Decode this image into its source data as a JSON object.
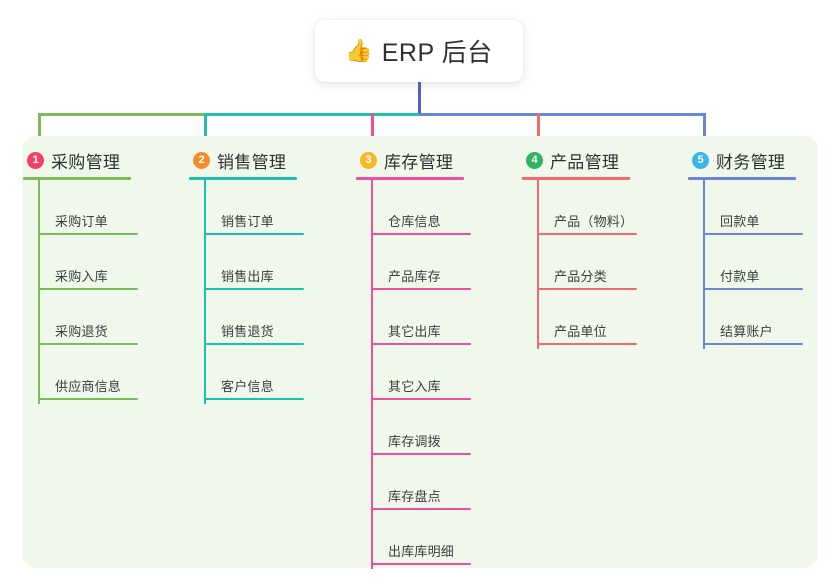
{
  "diagram": {
    "type": "mindmap-org-chart",
    "canvas": {
      "background": "#ffffff",
      "panel_background": "#f0f8ec"
    },
    "root": {
      "emoji": "👍",
      "icon_name": "thumbs-up-icon",
      "label": "ERP 后台"
    },
    "trunk_color": "#5560c8",
    "columns": [
      {
        "number": "1",
        "badge_color": "#f43f68",
        "line_color": "#7cbb5a",
        "label": "采购管理",
        "items": [
          "采购订单",
          "采购入库",
          "采购退货",
          "供应商信息"
        ]
      },
      {
        "number": "2",
        "badge_color": "#f68b2c",
        "line_color": "#1ec0ab",
        "label": "销售管理",
        "items": [
          "销售订单",
          "销售出库",
          "销售退货",
          "客户信息"
        ]
      },
      {
        "number": "3",
        "badge_color": "#f4b829",
        "line_color": "#ef4fa0",
        "label": "库存管理",
        "items": [
          "仓库信息",
          "产品库存",
          "其它出库",
          "其它入库",
          "库存调拨",
          "库存盘点",
          "出库库明细"
        ]
      },
      {
        "number": "4",
        "badge_color": "#2eb562",
        "line_color": "#f4696d",
        "label": "产品管理",
        "items": [
          "产品（物料）",
          "产品分类",
          "产品单位"
        ]
      },
      {
        "number": "5",
        "badge_color": "#3cb6e8",
        "line_color": "#6a86dc",
        "label": "财务管理",
        "items": [
          "回款单",
          "付款单",
          "结算账户"
        ]
      }
    ]
  }
}
